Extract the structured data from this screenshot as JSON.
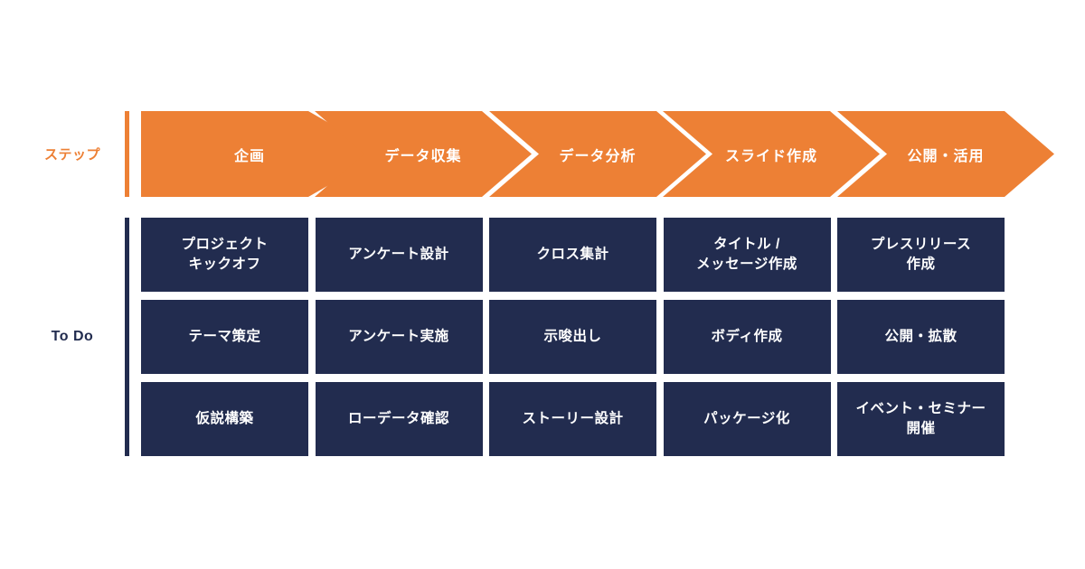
{
  "colors": {
    "background": "#FFFFFF",
    "orange": "#ED8035",
    "navy": "#222C4F",
    "text_on_fill": "#FFFFFF"
  },
  "step_row": {
    "label": "ステップ",
    "steps": [
      "企画",
      "データ収集",
      "データ分析",
      "スライド作成",
      "公開・活用"
    ]
  },
  "todo": {
    "label": "To Do",
    "columns": [
      {
        "items": [
          "プロジェクト\nキックオフ",
          "テーマ策定",
          "仮説構築"
        ]
      },
      {
        "items": [
          "アンケート設計",
          "アンケート実施",
          "ローデータ確認"
        ]
      },
      {
        "items": [
          "クロス集計",
          "示唆出し",
          "ストーリー設計"
        ]
      },
      {
        "items": [
          "タイトル /\nメッセージ作成",
          "ボディ作成",
          "パッケージ化"
        ]
      },
      {
        "items": [
          "プレスリリース\n作成",
          "公開・拡散",
          "イベント・セミナー\n開催"
        ]
      }
    ]
  }
}
